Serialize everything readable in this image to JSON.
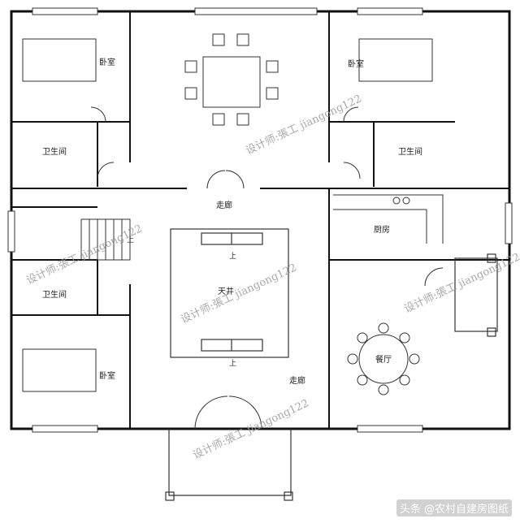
{
  "rooms": {
    "bedroom_tl": "卧室",
    "bedroom_tr": "卧室",
    "bedroom_bl": "卧室",
    "bath_tl": "卫生间",
    "bath_tr": "卫生间",
    "bath_ml": "卫生间",
    "corridor_top": "走廊",
    "corridor_bottom": "走廊",
    "courtyard": "天井",
    "kitchen": "厨房",
    "dining": "餐厅"
  },
  "stairs": {
    "up_label": "上"
  },
  "watermarks": {
    "designer_1": "设计师:張工 jiangong122",
    "designer_2": "设计师:張工 jiangong122",
    "designer_3": "设计师:張工 jiangong122",
    "designer_4": "设计师:張工 jiangong122"
  },
  "source_credit": "头条 @农村自建房图纸",
  "colors": {
    "wall": "#111111",
    "line": "#333333",
    "background": "#ffffff",
    "watermark": "#999999"
  }
}
